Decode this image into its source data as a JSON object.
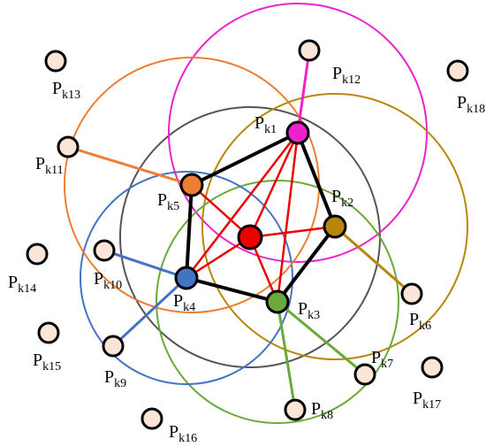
{
  "nodes": [
    {
      "id": "k1",
      "label": "P",
      "sub": "k1",
      "color": "#ee22cc"
    },
    {
      "id": "k2",
      "label": "P",
      "sub": "k2",
      "color": "#b8860b"
    },
    {
      "id": "k3",
      "label": "P",
      "sub": "k3",
      "color": "#6aaa3a"
    },
    {
      "id": "k4",
      "label": "P",
      "sub": "k4",
      "color": "#4472c4"
    },
    {
      "id": "k5",
      "label": "P",
      "sub": "k5",
      "color": "#ed7d31"
    },
    {
      "id": "k6",
      "label": "P",
      "sub": "k6",
      "color": "#fbe5d6"
    },
    {
      "id": "k7",
      "label": "P",
      "sub": "k7",
      "color": "#fbe5d6"
    },
    {
      "id": "k8",
      "label": "P",
      "sub": "k8",
      "color": "#fbe5d6"
    },
    {
      "id": "k9",
      "label": "P",
      "sub": "k9",
      "color": "#fbe5d6"
    },
    {
      "id": "k10",
      "label": "P",
      "sub": "k10",
      "color": "#fbe5d6"
    },
    {
      "id": "k11",
      "label": "P",
      "sub": "k11",
      "color": "#fbe5d6"
    },
    {
      "id": "k12",
      "label": "P",
      "sub": "k12",
      "color": "#fbe5d6"
    },
    {
      "id": "k13",
      "label": "P",
      "sub": "k13",
      "color": "#fbe5d6"
    },
    {
      "id": "k14",
      "label": "P",
      "sub": "k14",
      "color": "#fbe5d6"
    },
    {
      "id": "k15",
      "label": "P",
      "sub": "k15",
      "color": "#fbe5d6"
    },
    {
      "id": "k16",
      "label": "P",
      "sub": "k16",
      "color": "#fbe5d6"
    },
    {
      "id": "k17",
      "label": "P",
      "sub": "k17",
      "color": "#fbe5d6"
    },
    {
      "id": "k18",
      "label": "P",
      "sub": "k18",
      "color": "#fbe5d6"
    },
    {
      "id": "center",
      "label": "",
      "sub": "",
      "color": "#ee0000"
    }
  ],
  "circles": [
    {
      "center": "center",
      "color": "#555555"
    },
    {
      "center": "k1",
      "color": "#ee22cc"
    },
    {
      "center": "k2",
      "color": "#b8860b"
    },
    {
      "center": "k3",
      "color": "#6aaa3a"
    },
    {
      "center": "k4",
      "color": "#4472c4"
    },
    {
      "center": "k5",
      "color": "#ed7d31"
    }
  ],
  "edges": [
    {
      "from": "center",
      "to": "k1",
      "color": "#ee0000"
    },
    {
      "from": "center",
      "to": "k2",
      "color": "#ee0000"
    },
    {
      "from": "center",
      "to": "k3",
      "color": "#ee0000"
    },
    {
      "from": "center",
      "to": "k4",
      "color": "#ee0000"
    },
    {
      "from": "center",
      "to": "k5",
      "color": "#ee0000"
    },
    {
      "from": "k1",
      "to": "k3",
      "color": "#ee0000"
    },
    {
      "from": "k4",
      "to": "k1",
      "color": "#ee0000"
    },
    {
      "from": "k1",
      "to": "k2",
      "color": "#000000"
    },
    {
      "from": "k2",
      "to": "k3",
      "color": "#000000"
    },
    {
      "from": "k3",
      "to": "k4",
      "color": "#000000"
    },
    {
      "from": "k4",
      "to": "k5",
      "color": "#000000"
    },
    {
      "from": "k5",
      "to": "k1",
      "color": "#000000"
    },
    {
      "from": "k1",
      "to": "k12",
      "color": "#ee22cc"
    },
    {
      "from": "k2",
      "to": "k6",
      "color": "#b8860b"
    },
    {
      "from": "k3",
      "to": "k7",
      "color": "#6aaa3a"
    },
    {
      "from": "k3",
      "to": "k8",
      "color": "#6aaa3a"
    },
    {
      "from": "k4",
      "to": "k9",
      "color": "#4472c4"
    },
    {
      "from": "k4",
      "to": "k10",
      "color": "#4472c4"
    },
    {
      "from": "k5",
      "to": "k11",
      "color": "#ed7d31"
    }
  ]
}
